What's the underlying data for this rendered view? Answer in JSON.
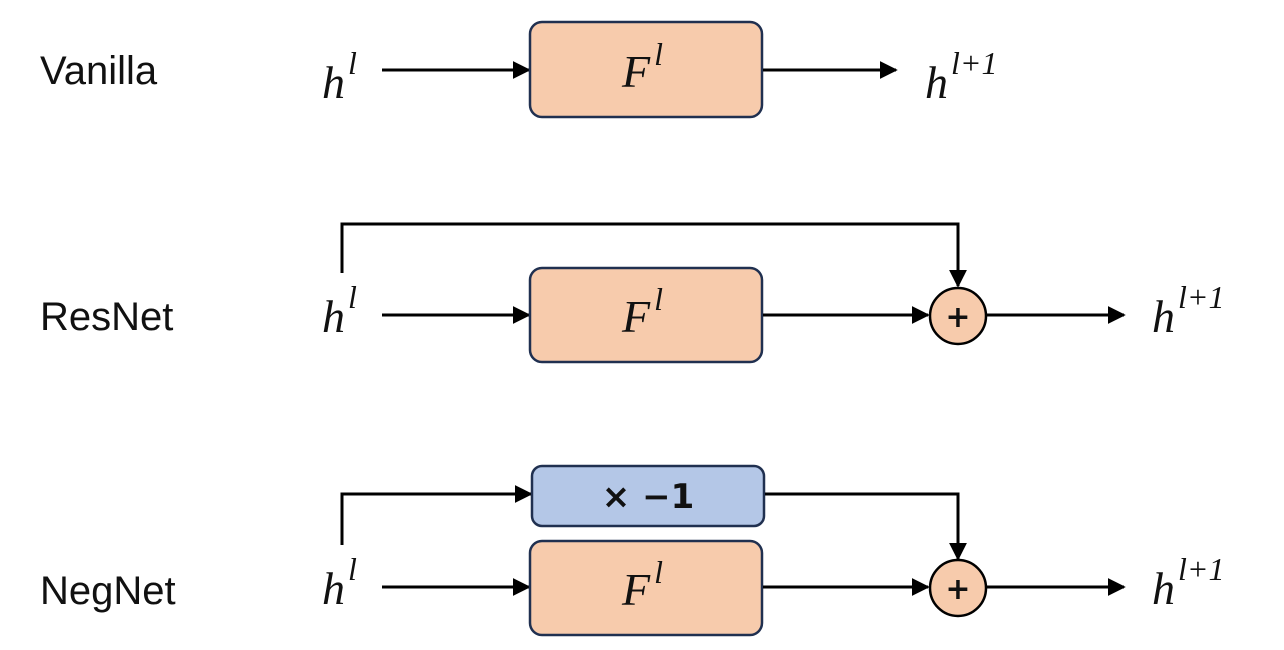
{
  "colors": {
    "f_block_fill": "#f7cbac",
    "f_block_stroke": "#203050",
    "neg_block_fill": "#b4c7e7",
    "neg_block_stroke": "#203050",
    "sum_node_fill": "#f7cbac",
    "line": "#000000"
  },
  "rows": [
    {
      "label": "Vanilla",
      "input": {
        "base": "h",
        "sup": "l"
      },
      "block": {
        "base": "F",
        "sup": "l"
      },
      "output": {
        "base": "h",
        "sup": "l+1"
      }
    },
    {
      "label": "ResNet",
      "input": {
        "base": "h",
        "sup": "l"
      },
      "block": {
        "base": "F",
        "sup": "l"
      },
      "sum_symbol": "+",
      "output": {
        "base": "h",
        "sup": "l+1"
      }
    },
    {
      "label": "NegNet",
      "input": {
        "base": "h",
        "sup": "l"
      },
      "block": {
        "base": "F",
        "sup": "l"
      },
      "neg_block": "× −1",
      "sum_symbol": "+",
      "output": {
        "base": "h",
        "sup": "l+1"
      }
    }
  ]
}
